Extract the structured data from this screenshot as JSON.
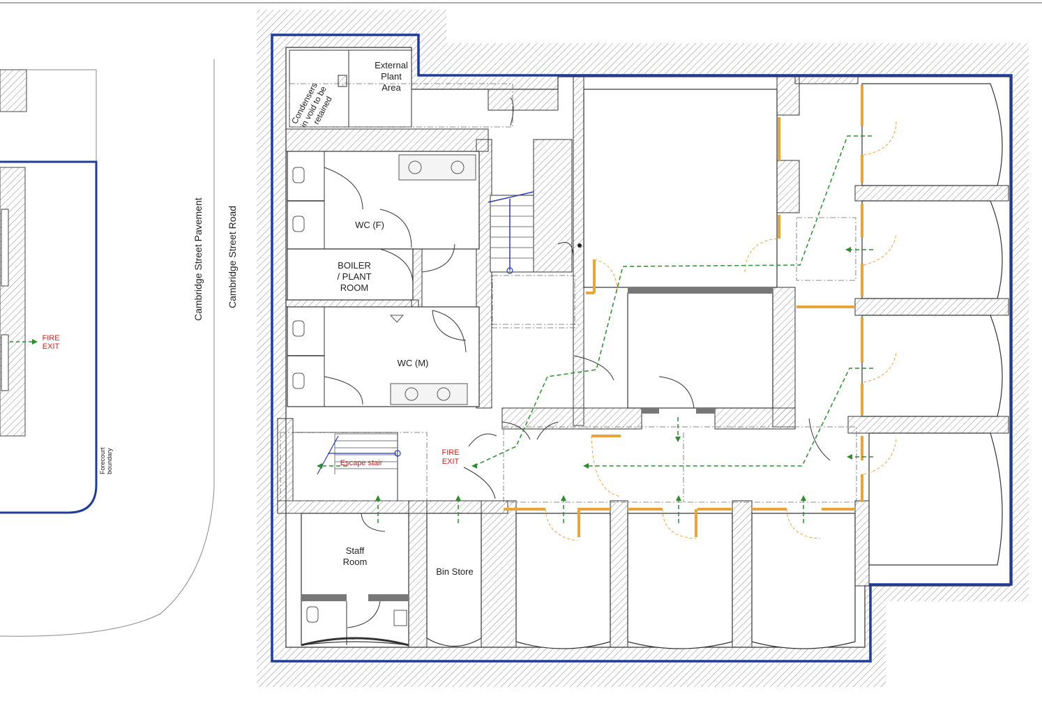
{
  "street": {
    "pavement": "Cambridge Street Pavement",
    "road": "Cambridge Street Road"
  },
  "boundary": {
    "line1": "Forecourt",
    "line2": "boundary"
  },
  "rooms": {
    "condensers": [
      "Condensers",
      "in void to be",
      "retained"
    ],
    "external_plant": [
      "External",
      "Plant",
      "Area"
    ],
    "wc_f": "WC (F)",
    "boiler": [
      "BOILER",
      "/ PLANT",
      "ROOM"
    ],
    "wc_m": "WC (M)",
    "staff_room": [
      "Staff",
      "Room"
    ],
    "bin_store": "Bin Store"
  },
  "fire_exit_left": [
    "FIRE",
    "EXIT"
  ],
  "fire_exit_main": [
    "FIRE",
    "EXIT"
  ],
  "escape_stair": "Escape stair",
  "colors": {
    "boundary": "#1f3c9c",
    "escape_route": "#2a8f2a",
    "fire_door": "#e9a43a",
    "wall": "#333333",
    "fire_text": "#cc1f1f",
    "stair": "#2a3bb8"
  }
}
